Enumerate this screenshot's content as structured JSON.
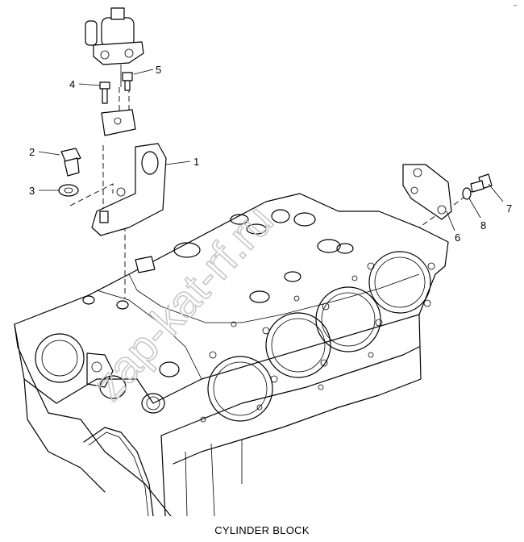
{
  "caption": "CYLINDER BLOCK",
  "watermark": "zap-kat-rf.ru",
  "corner_mark": "⌐",
  "callouts": [
    {
      "num": "1",
      "part": "bracket"
    },
    {
      "num": "2",
      "part": "bolt"
    },
    {
      "num": "3",
      "part": "washer"
    },
    {
      "num": "4",
      "part": "screw"
    },
    {
      "num": "5",
      "part": "screw"
    },
    {
      "num": "6",
      "part": "bracket"
    },
    {
      "num": "7",
      "part": "bolt"
    },
    {
      "num": "8",
      "part": "washer"
    }
  ]
}
